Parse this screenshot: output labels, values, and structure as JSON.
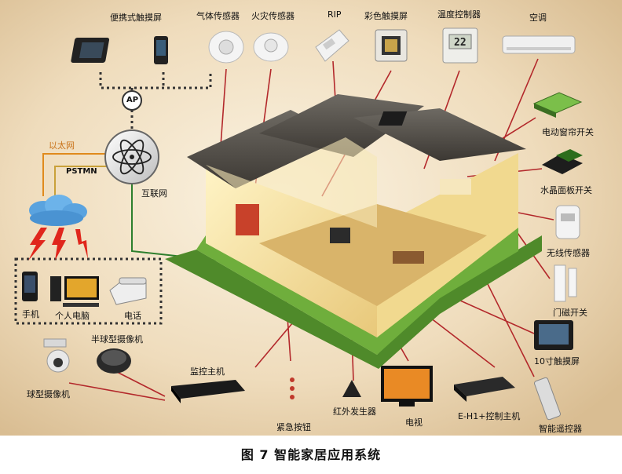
{
  "labels": {
    "portable_touchscreen": "便携式触摸屏",
    "gas_sensor": "气体传感器",
    "fire_sensor": "火灾传感器",
    "rip": "RIP",
    "color_touchscreen": "彩色触摸屏",
    "temperature_controller": "温度控制器",
    "air_conditioner": "空调",
    "ap": "AP",
    "ethernet": "以太网",
    "pstmn": "PSTMN",
    "internet": "互联网",
    "mobile_phone": "手机",
    "personal_computer": "个人电脑",
    "telephone": "电话",
    "electric_curtain_switch": "电动窗帘开关",
    "crystal_panel_switch": "水晶面板开关",
    "wireless_sensor": "无线传感器",
    "door_magnetic_switch": "门磁开关",
    "touchscreen_10inch": "10寸触摸屏",
    "smart_remote": "智能遥控器",
    "ehi_controller": "E-H1+控制主机",
    "tv": "电视",
    "ir_emitter": "红外发生器",
    "emergency_button": "紧急按钮",
    "monitor_host": "监控主机",
    "dome_camera": "半球型摄像机",
    "ball_camera": "球型摄像机",
    "thermostat_display": "22"
  },
  "caption": "图 7  智能家居应用系统"
}
